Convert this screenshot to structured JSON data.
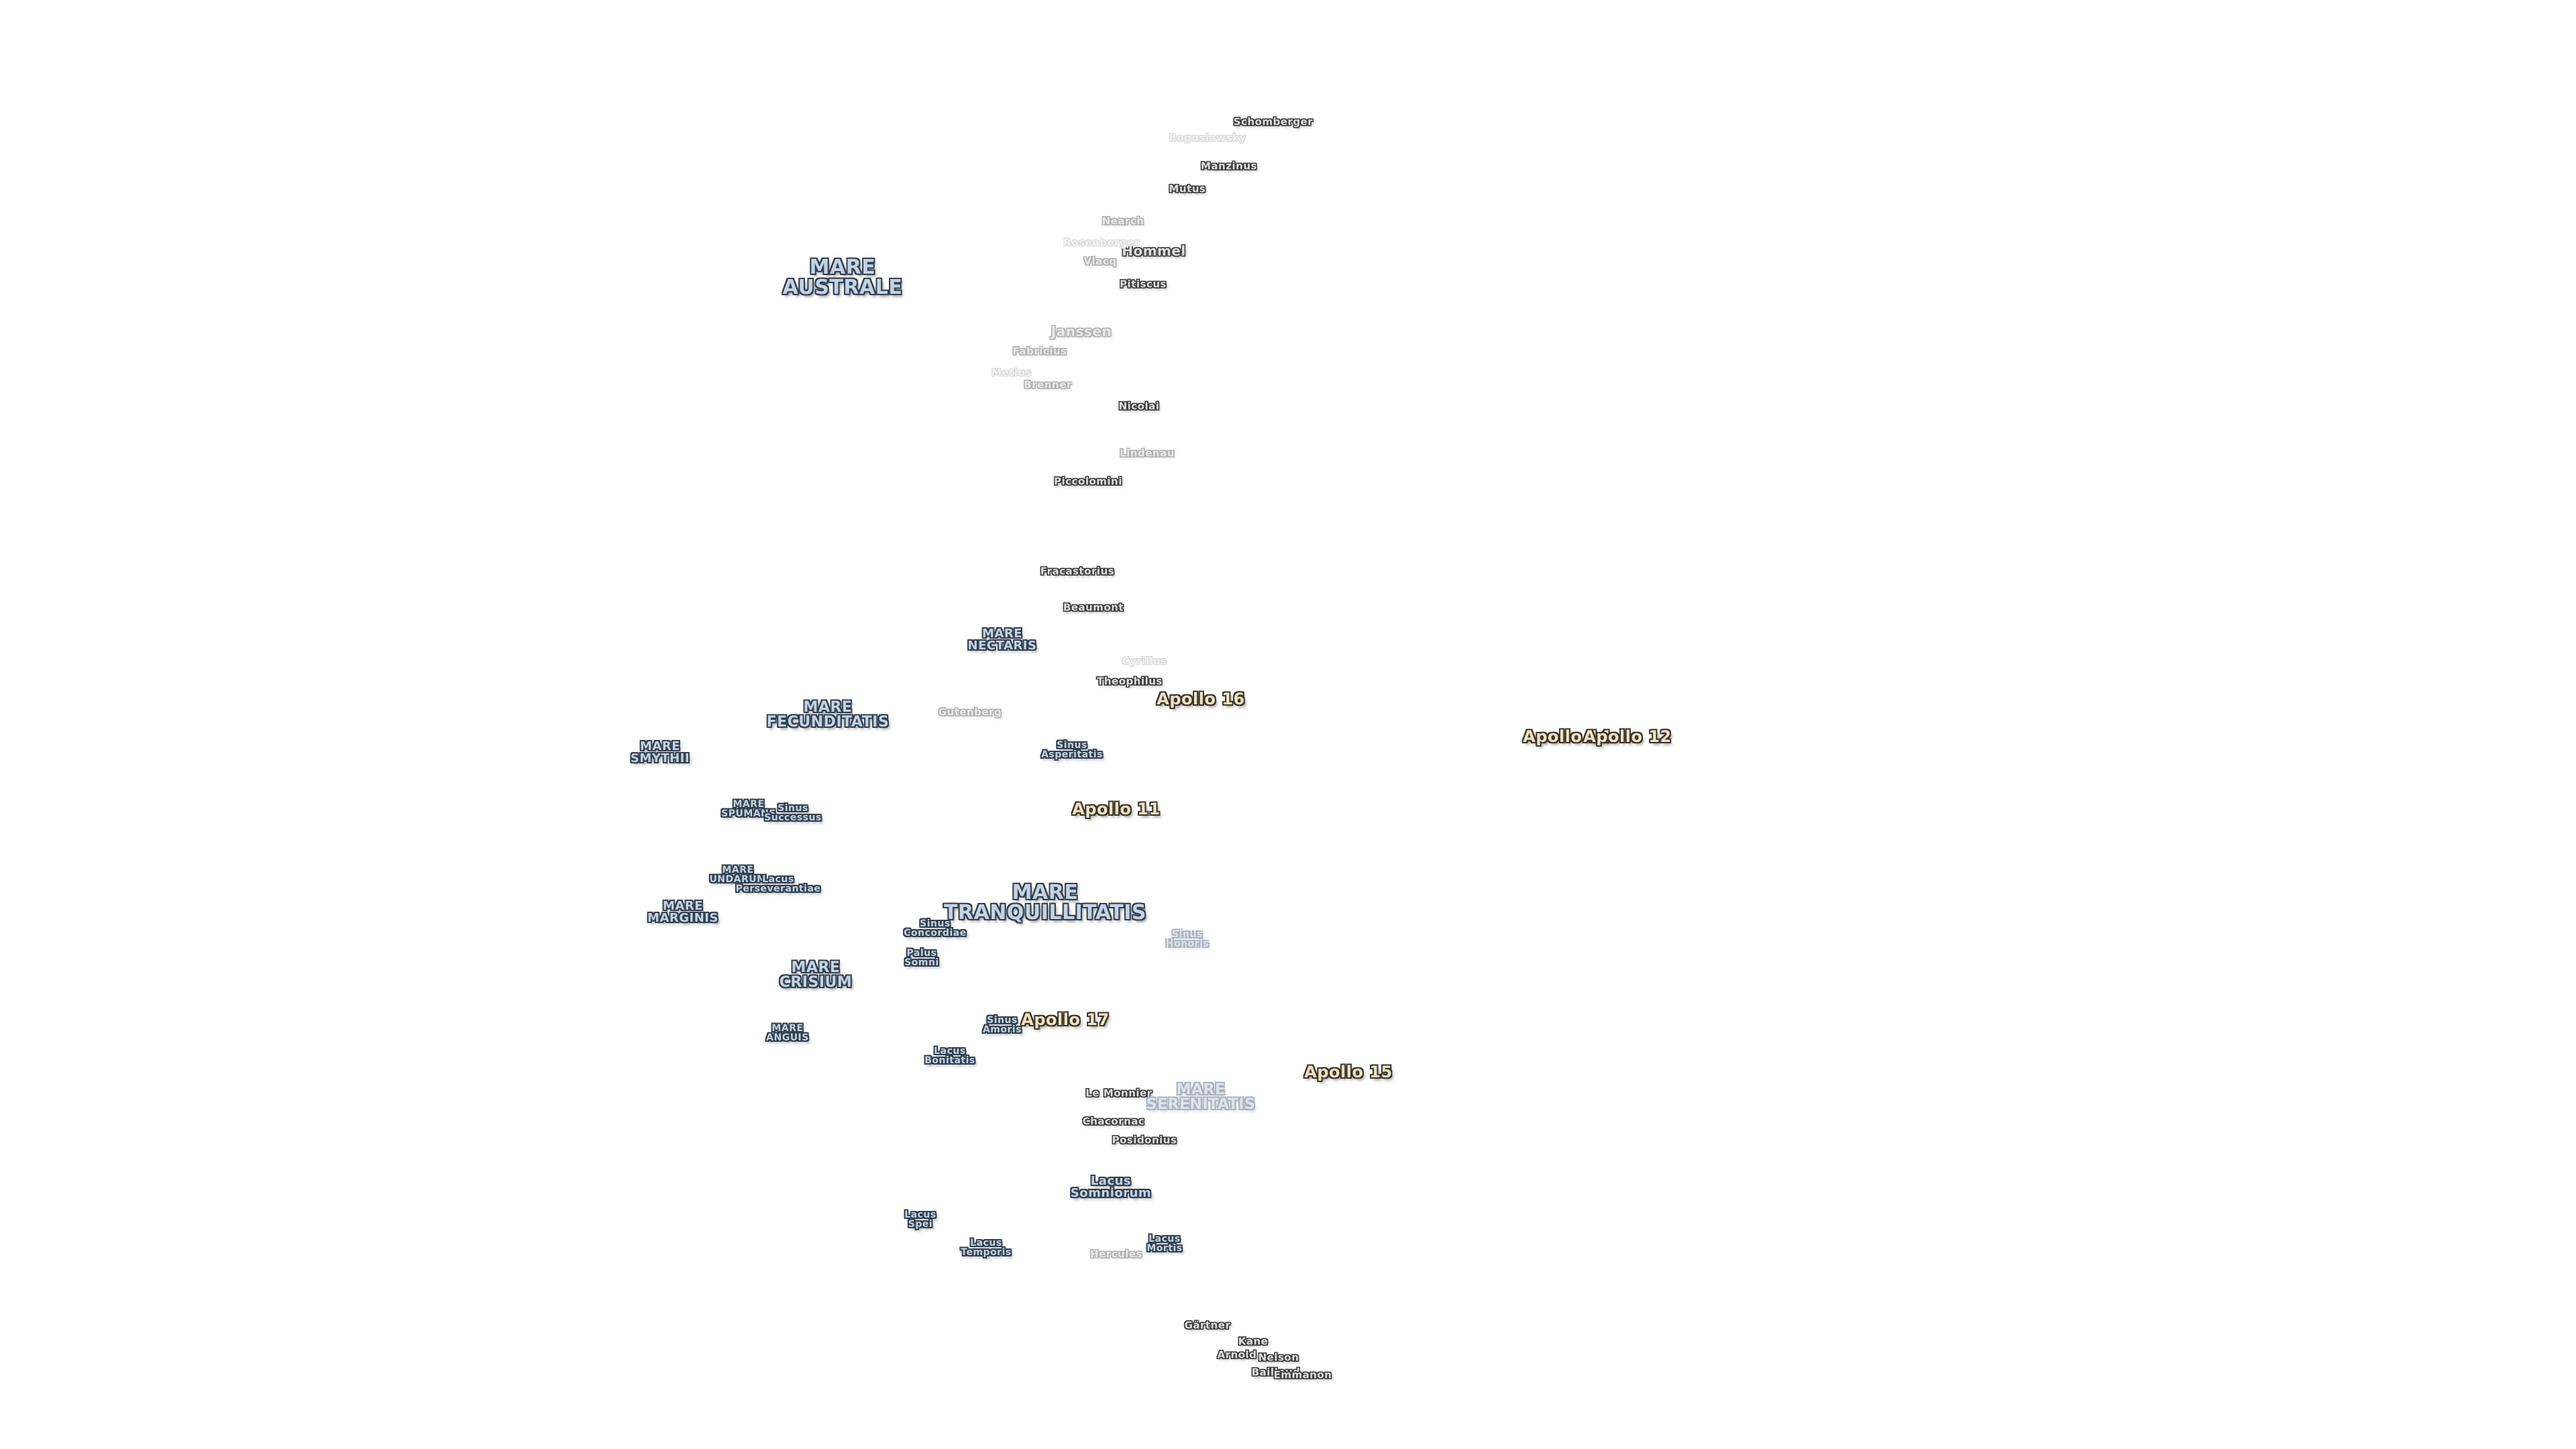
{
  "map": {
    "labels": [
      {
        "id": "schomberger",
        "text": "Schomberger",
        "kind": "crater"
      },
      {
        "id": "boguslawsky",
        "text": "Boguslawsky",
        "kind": "crater-vfaint"
      },
      {
        "id": "manzinus",
        "text": "Manzinus",
        "kind": "crater"
      },
      {
        "id": "mutus",
        "text": "Mutus",
        "kind": "crater"
      },
      {
        "id": "hommel",
        "text": "Hommel",
        "kind": "crater-big"
      },
      {
        "id": "nearch",
        "text": "Nearch",
        "kind": "crater-faint"
      },
      {
        "id": "rosenberger",
        "text": "Rosenberger",
        "kind": "crater-vfaint"
      },
      {
        "id": "vlacq",
        "text": "Vlacq",
        "kind": "crater-faint"
      },
      {
        "id": "pitiscus",
        "text": "Pitiscus",
        "kind": "crater"
      },
      {
        "id": "mare-australe",
        "text": "MARE\nAUSTRALE",
        "kind": "sea-xl"
      },
      {
        "id": "janssen",
        "text": "Janssen",
        "kind": "crater-big-faint"
      },
      {
        "id": "fabricius",
        "text": "Fabricius",
        "kind": "crater-faint"
      },
      {
        "id": "metius",
        "text": "Metius",
        "kind": "crater-vfaint"
      },
      {
        "id": "brenner",
        "text": "Brenner",
        "kind": "crater-faint"
      },
      {
        "id": "nicolai",
        "text": "Nicolai",
        "kind": "crater"
      },
      {
        "id": "lindenau",
        "text": "Lindenau",
        "kind": "crater-faint"
      },
      {
        "id": "piccolomini",
        "text": "Piccolomini",
        "kind": "crater"
      },
      {
        "id": "fracastorius",
        "text": "Fracastorius",
        "kind": "crater"
      },
      {
        "id": "beaumont",
        "text": "Beaumont",
        "kind": "crater"
      },
      {
        "id": "mare-nectaris",
        "text": "MARE\nNECTARIS",
        "kind": "sea-m"
      },
      {
        "id": "cyrillus",
        "text": "Cyrillus",
        "kind": "crater-vfaint"
      },
      {
        "id": "theophilus",
        "text": "Theophilus",
        "kind": "crater"
      },
      {
        "id": "gutenberg",
        "text": "Gutenberg",
        "kind": "crater-faint"
      },
      {
        "id": "apollo-16",
        "text": "Apollo 16",
        "kind": "apollo"
      },
      {
        "id": "mare-fecunditatis",
        "text": "MARE\nFECUNDITATIS",
        "kind": "sea-l"
      },
      {
        "id": "mare-smythii",
        "text": "MARE\nSMYTHII",
        "kind": "sea-m"
      },
      {
        "id": "sinus-asperitatis",
        "text": "Sinus\nAsperitatis",
        "kind": "sea-s"
      },
      {
        "id": "apollo-14",
        "text": "Apollo 14",
        "kind": "apollo"
      },
      {
        "id": "apollo-12",
        "text": "Apollo 12",
        "kind": "apollo"
      },
      {
        "id": "mare-spumans",
        "text": "MARE\nSPUMANS",
        "kind": "sea-s"
      },
      {
        "id": "sinus-successus",
        "text": "Sinus\nSuccessus",
        "kind": "sea-s"
      },
      {
        "id": "apollo-11",
        "text": "Apollo 11",
        "kind": "apollo"
      },
      {
        "id": "mare-undarum",
        "text": "MARE\nUNDARUM",
        "kind": "sea-s"
      },
      {
        "id": "lacus-perseverantiae",
        "text": "Lacus\nPerseverantiae",
        "kind": "sea-s"
      },
      {
        "id": "mare-tranquillitatis",
        "text": "MARE\nTRANQUILLITATIS",
        "kind": "sea-xl"
      },
      {
        "id": "mare-marginis",
        "text": "MARE\nMARGINIS",
        "kind": "sea-m"
      },
      {
        "id": "sinus-concordiae",
        "text": "Sinus\nConcordiae",
        "kind": "sea-s"
      },
      {
        "id": "sinus-honoris",
        "text": "Sinus\nHonoris",
        "kind": "sea-s-faint"
      },
      {
        "id": "palus-somni",
        "text": "Palus\nSomni",
        "kind": "sea-s"
      },
      {
        "id": "mare-crisium",
        "text": "MARE\nCRISIUM",
        "kind": "sea-l"
      },
      {
        "id": "sinus-amoris",
        "text": "Sinus\nAmoris",
        "kind": "sea-s"
      },
      {
        "id": "apollo-17",
        "text": "Apollo 17",
        "kind": "apollo"
      },
      {
        "id": "mare-anguis",
        "text": "MARE\nANGUIS",
        "kind": "sea-s"
      },
      {
        "id": "lacus-bonitatis",
        "text": "Lacus\nBonitatis",
        "kind": "sea-s"
      },
      {
        "id": "apollo-15",
        "text": "Apollo 15",
        "kind": "apollo"
      },
      {
        "id": "le-monnier",
        "text": "Le Monnier",
        "kind": "crater"
      },
      {
        "id": "mare-serenitatis",
        "text": "MARE\nSERENITATIS",
        "kind": "sea-l-faint"
      },
      {
        "id": "chacornac",
        "text": "Chacornac",
        "kind": "crater"
      },
      {
        "id": "posidonius",
        "text": "Posidonius",
        "kind": "crater"
      },
      {
        "id": "lacus-somniorum",
        "text": "Lacus\nSomniorum",
        "kind": "sea-m"
      },
      {
        "id": "lacus-spei",
        "text": "Lacus\nSpei",
        "kind": "sea-s"
      },
      {
        "id": "lacus-temporis",
        "text": "Lacus\nTemporis",
        "kind": "sea-s"
      },
      {
        "id": "hercules",
        "text": "Hercules",
        "kind": "crater-faint"
      },
      {
        "id": "lacus-mortis",
        "text": "Lacus\nMortis",
        "kind": "sea-s"
      },
      {
        "id": "gartner",
        "text": "Gärtner",
        "kind": "crater"
      },
      {
        "id": "kane",
        "text": "Kane",
        "kind": "crater"
      },
      {
        "id": "arnold",
        "text": "Arnold",
        "kind": "crater"
      },
      {
        "id": "nelson",
        "text": "Nelson",
        "kind": "crater"
      },
      {
        "id": "baillaud",
        "text": "Baillaud",
        "kind": "crater"
      },
      {
        "id": "emmanon",
        "text": "Emmanon",
        "kind": "crater"
      }
    ]
  }
}
